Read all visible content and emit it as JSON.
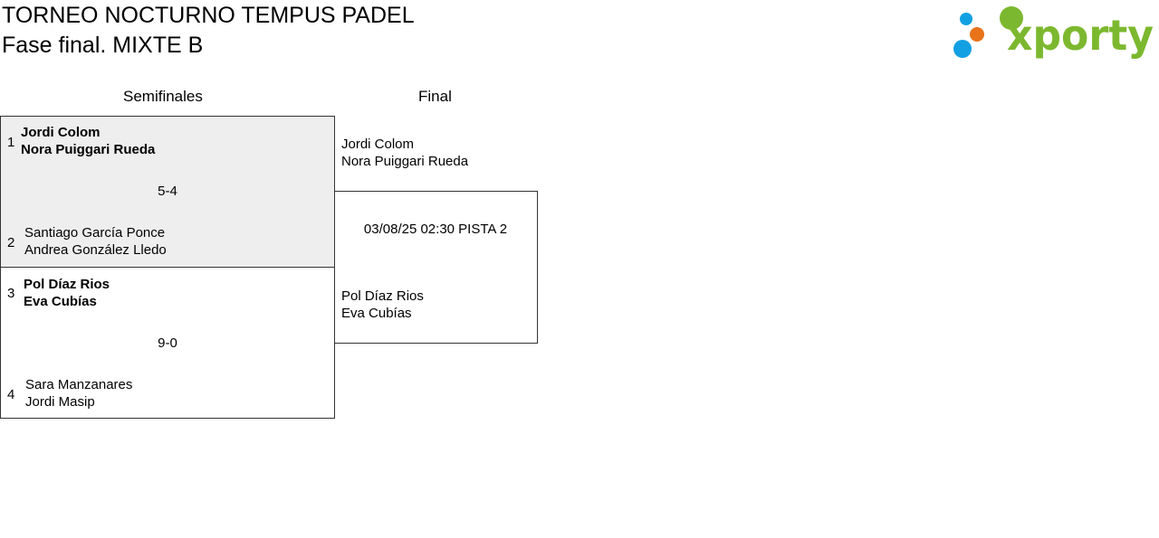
{
  "header": {
    "title": "TORNEO NOCTURNO TEMPUS PADEL",
    "subtitle": "Fase final. MIXTE B"
  },
  "logo": {
    "text": "xporty",
    "colors": {
      "green": "#7cb82f",
      "orange": "#e8731b",
      "blue": "#12a0e3"
    }
  },
  "rounds": {
    "semifinals": "Semifinales",
    "final": "Final"
  },
  "semifinals": [
    {
      "top": {
        "seed": "1",
        "players": [
          "Jordi Colom",
          "Nora Puiggari Rueda"
        ],
        "winner": true
      },
      "score": "5-4",
      "bottom": {
        "seed": "2",
        "players": [
          "Santiago García Ponce",
          "Andrea González Lledo"
        ],
        "winner": false
      }
    },
    {
      "top": {
        "seed": "3",
        "players": [
          "Pol Díaz Rios",
          "Eva Cubías"
        ],
        "winner": true
      },
      "score": "9-0",
      "bottom": {
        "seed": "4",
        "players": [
          "Sara Manzanares",
          "Jordi Masip"
        ],
        "winner": false
      }
    }
  ],
  "final": {
    "top_team": [
      "Jordi Colom",
      "Nora Puiggari Rueda"
    ],
    "info": "03/08/25 02:30 PISTA 2",
    "bottom_team": [
      "Pol Díaz Rios",
      "Eva Cubías"
    ]
  }
}
